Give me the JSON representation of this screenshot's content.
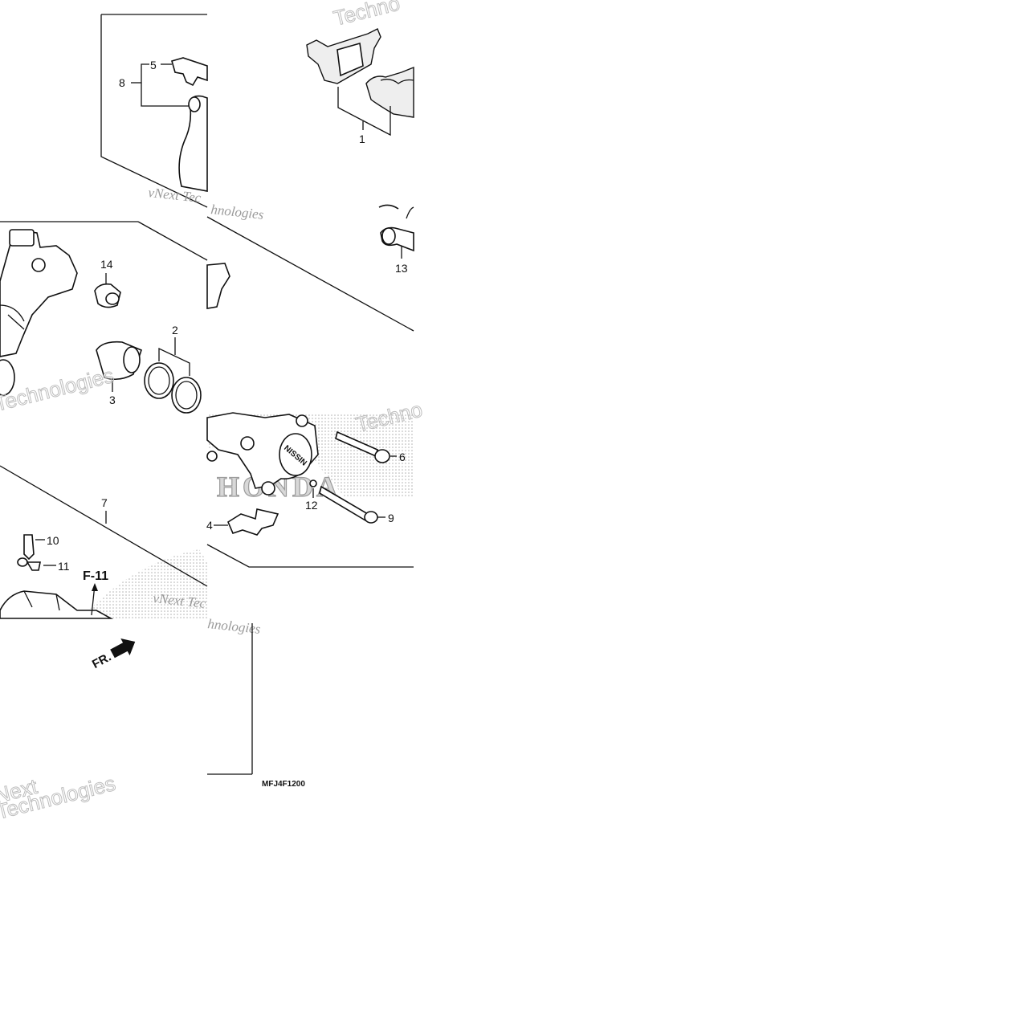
{
  "diagram": {
    "callouts": {
      "p1": "1",
      "p2": "2",
      "p3": "3",
      "p4": "4",
      "p5": "5",
      "p6": "6",
      "p7": "7",
      "p8": "8",
      "p9": "9",
      "p10": "10",
      "p11": "11",
      "p12": "12",
      "p13": "13",
      "p14": "14"
    },
    "reference_code": "F-11",
    "direction_label": "FR.",
    "drawing_code": "MFJ4F1200",
    "caliper_brand": "NISSIN",
    "brand_watermark": "HONDA"
  },
  "watermarks": {
    "line1": "vNext Tec",
    "line2": "hnologies",
    "short": "Techno",
    "tech": "Technologies",
    "next": "Next"
  }
}
